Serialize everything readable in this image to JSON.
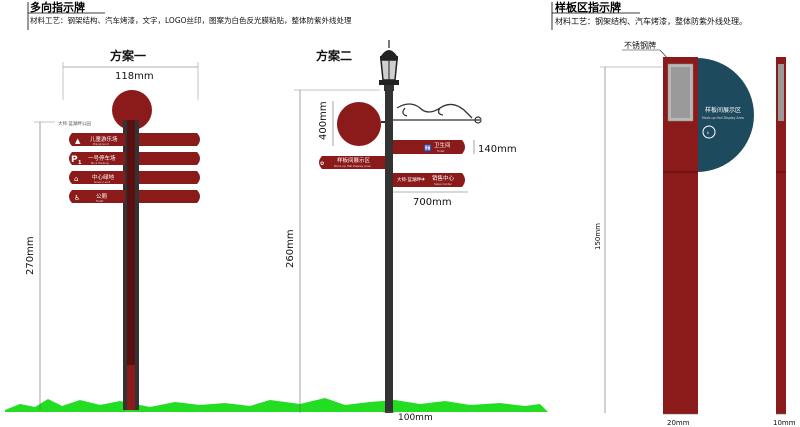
{
  "left_panel": {
    "title": "多向指示牌",
    "material": "材料工艺：钢架结构、汽车烤漆，文字，LOGO丝印，图案为白色反光膜粘贴，整体防紫外线处理"
  },
  "right_panel": {
    "title": "样板区指示牌",
    "material": "材料工艺：钢架结构、汽车烤漆，整体防紫外线处理。"
  },
  "scheme1": {
    "label": "方案一",
    "width_dim": "118mm",
    "height_dim": "270mm",
    "small_text": "大师·蓝湖畔公园",
    "signs": [
      {
        "text": "儿童游乐场",
        "sub": "Playground"
      },
      {
        "text": "一号停车场",
        "sub": "No.1 Parking"
      },
      {
        "text": "中心绿地",
        "sub": "Green Land"
      },
      {
        "text": "公厕",
        "sub": "Toilet"
      }
    ]
  },
  "scheme2": {
    "label": "方案二",
    "height_dim": "260mm",
    "circle_dim": "400mm",
    "sign_height_dim": "140mm",
    "sign_width_dim": "700mm",
    "base_dim": "100mm",
    "signs": [
      {
        "text": "卫生间",
        "sub": "Toilet"
      },
      {
        "text": "样板间展示区",
        "sub": "Mock-up Hall Display Area"
      },
      {
        "text": "销售中心",
        "sub": "Sales Center"
      }
    ],
    "logo_small": "大师·蓝湖畔"
  },
  "model_sign": {
    "plate_label": "不锈钢牌",
    "text": "样板间展示区",
    "sub": "Mock-up Hall Display Area",
    "height_dim": "150mm",
    "front_width_dim": "20mm",
    "side_width_dim": "10mm"
  },
  "colors": {
    "maroon": "#8b1a1a",
    "teal": "#1e4a5e",
    "grass": "#22dd22",
    "pole": "#333333"
  }
}
